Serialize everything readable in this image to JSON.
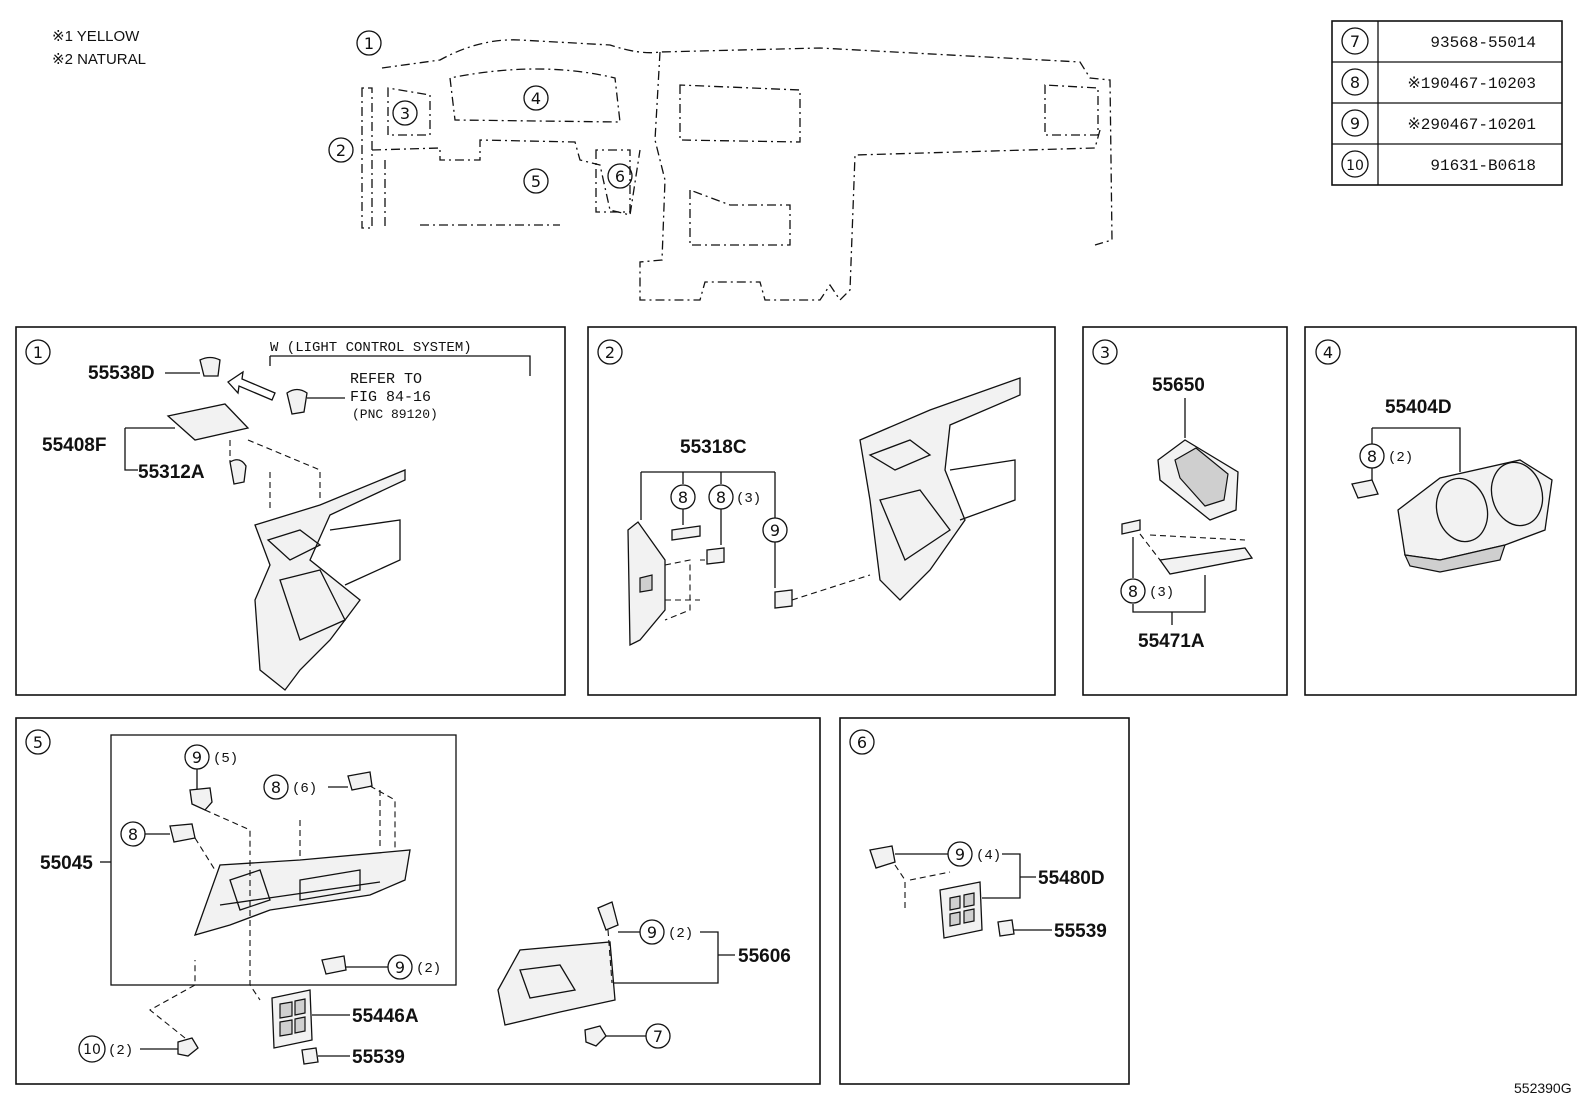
{
  "notes": {
    "yellow": "※1 YELLOW",
    "natural": "※2 NATURAL"
  },
  "legend": [
    {
      "circle": "7",
      "part": "93568-55014"
    },
    {
      "circle": "8",
      "part": "※190467-10203"
    },
    {
      "circle": "9",
      "part": "※290467-10201"
    },
    {
      "circle": "10",
      "part": "91631-B0618"
    }
  ],
  "overview": {
    "callouts": [
      "1",
      "2",
      "3",
      "4",
      "5",
      "6"
    ]
  },
  "panels": {
    "p1": {
      "number": "1",
      "w_note": "W (LIGHT CONTROL SYSTEM)",
      "refer": [
        "REFER TO",
        "FIG 84-16",
        "(PNC 89120)"
      ],
      "parts": [
        "55538D",
        "55408F",
        "55312A"
      ]
    },
    "p2": {
      "number": "2",
      "parts": [
        "55318C"
      ],
      "callouts": [
        "8",
        "8",
        "9"
      ],
      "qty": "(3)"
    },
    "p3": {
      "number": "3",
      "parts": [
        "55650",
        "55471A"
      ],
      "callout": "8",
      "qty": "(3)"
    },
    "p4": {
      "number": "4",
      "parts": [
        "55404D"
      ],
      "callout": "8",
      "qty": "(2)"
    },
    "p5": {
      "number": "5",
      "parts": [
        "55045",
        "55446A",
        "55539",
        "55606"
      ],
      "callouts": [
        {
          "circle": "9",
          "qty": "(5)"
        },
        {
          "circle": "8",
          "qty": "(6)"
        },
        {
          "circle": "8",
          "qty": ""
        },
        {
          "circle": "9",
          "qty": "(2)"
        },
        {
          "circle": "10",
          "qty": "(2)"
        },
        {
          "circle": "9",
          "qty": "(2)"
        },
        {
          "circle": "7",
          "qty": ""
        }
      ]
    },
    "p6": {
      "number": "6",
      "parts": [
        "55480D",
        "55539"
      ],
      "callout": "9",
      "qty": "(4)"
    }
  },
  "figure_id": "552390G"
}
